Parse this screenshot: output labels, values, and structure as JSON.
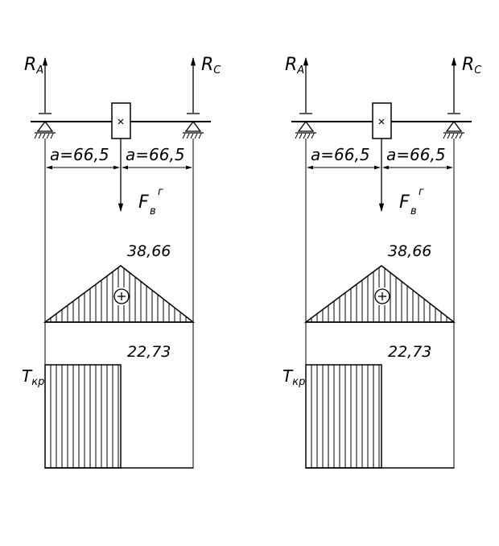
{
  "schemes": [
    {
      "reaction_left": "R",
      "reaction_left_sub": "A",
      "reaction_right": "R",
      "reaction_right_sub": "C",
      "span_left": "a=66,5",
      "span_right": "a=66,5",
      "force": "F",
      "force_sup": "г",
      "force_sub": "в",
      "moment_value": "38,66",
      "moment_sign": "+",
      "torque_value": "22,73",
      "torque_label": "T",
      "torque_label_sub": "кр"
    },
    {
      "reaction_left": "R",
      "reaction_left_sub": "A",
      "reaction_right": "R",
      "reaction_right_sub": "C",
      "span_left": "a=66,5",
      "span_right": "a=66,5",
      "force": "F",
      "force_sup": "г",
      "force_sub": "в",
      "moment_value": "38,66",
      "moment_sign": "+",
      "torque_value": "22,73",
      "torque_label": "T",
      "torque_label_sub": "кр"
    }
  ]
}
